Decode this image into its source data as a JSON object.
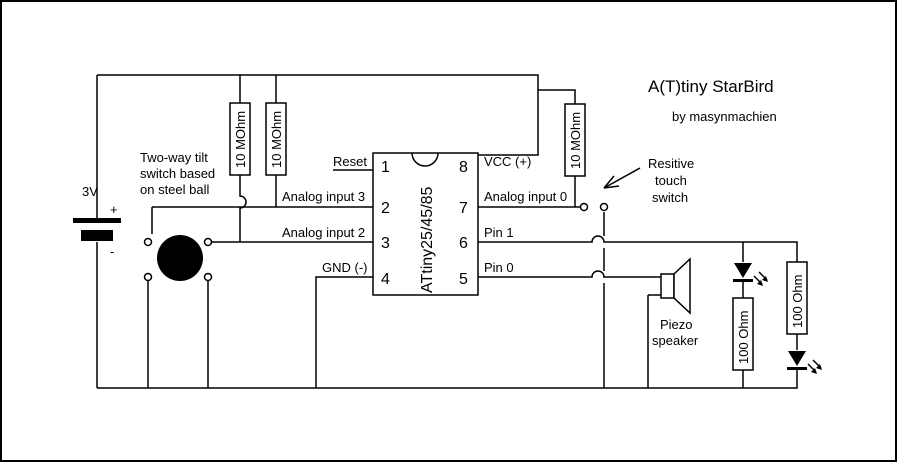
{
  "title": "A(T)tiny StarBird",
  "byline": "by masynmachien",
  "chip": {
    "name": "ATtiny25/45/85",
    "pin_numbers": [
      "1",
      "2",
      "3",
      "4",
      "5",
      "6",
      "7",
      "8"
    ],
    "left_labels": [
      "Reset",
      "Analog input 3",
      "Analog input 2",
      "GND (-)"
    ],
    "right_labels": [
      "VCC (+)",
      "Analog input 0",
      "Pin 1",
      "Pin 0"
    ]
  },
  "battery": {
    "voltage": "3V",
    "plus": "+",
    "minus": "-"
  },
  "resistors": {
    "ten_mohm": "10 MOhm",
    "hundred_ohm": "100 Ohm"
  },
  "tilt_switch": [
    "Two-way tilt",
    "switch based",
    "on steel ball"
  ],
  "touch_switch": [
    "Resitive",
    "touch",
    "switch"
  ],
  "piezo": [
    "Piezo",
    "speaker"
  ]
}
